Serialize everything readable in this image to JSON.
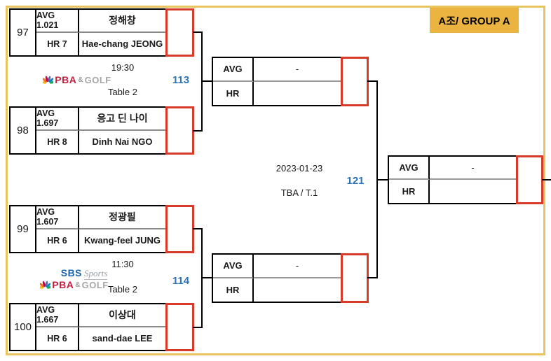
{
  "group_badge": "A조/ GROUP A",
  "colors": {
    "frame_gold": "#e7c45c",
    "badge_gold": "#ebb440",
    "result_red": "#d93b2b",
    "match_number_blue": "#2e74b5",
    "pba_red": "#c2203e",
    "sbs_blue": "#1c64b0",
    "logo_gray": "#a6a6a6"
  },
  "players": [
    {
      "seed": "97",
      "avg": "AVG 1.021",
      "hr": "HR 7",
      "name_kr": "정해창",
      "name_en": "Hae-chang JEONG"
    },
    {
      "seed": "98",
      "avg": "AVG 1.697",
      "hr": "HR 8",
      "name_kr": "응고 딘 나이",
      "name_en": "Dinh Nai NGO"
    },
    {
      "seed": "99",
      "avg": "AVG 1.607",
      "hr": "HR 6",
      "name_kr": "정광필",
      "name_en": "Kwang-feel JUNG"
    },
    {
      "seed": "100",
      "avg": "AVG 1.667",
      "hr": "HR 6",
      "name_kr": "이상대",
      "name_en": "sand-dae LEE"
    }
  ],
  "matches": {
    "m113": {
      "number": "113",
      "time": "19:30",
      "table": "Table 2",
      "avg_label": "AVG",
      "avg_value": "-",
      "hr_label": "HR",
      "hr_value": ""
    },
    "m114": {
      "number": "114",
      "time": "11:30",
      "table": "Table 2",
      "avg_label": "AVG",
      "avg_value": "-",
      "hr_label": "HR",
      "hr_value": ""
    },
    "m121": {
      "number": "121",
      "date": "2023-01-23",
      "venue": "TBA / T.1",
      "avg_label": "AVG",
      "avg_value": "-",
      "hr_label": "HR",
      "hr_value": ""
    }
  },
  "logos": {
    "pba": {
      "name": "PBA",
      "amp": "&",
      "suffix": "GOLF"
    },
    "sbs": {
      "name": "SBS",
      "suffix": "Sports"
    }
  }
}
